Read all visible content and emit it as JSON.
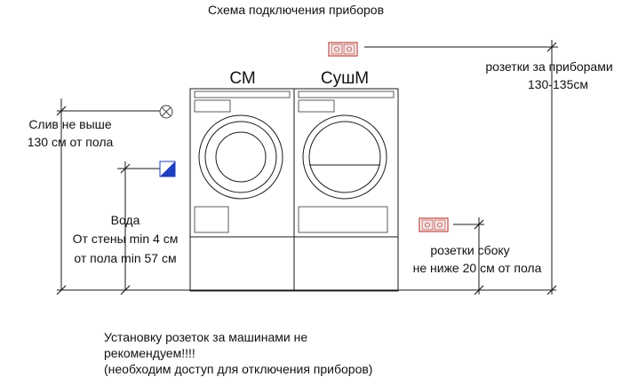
{
  "title": "Схема подключения приборов",
  "machines": {
    "washer_label": "СМ",
    "dryer_label": "СушМ"
  },
  "labels": {
    "drain_line1": "Слив не выше",
    "drain_line2": "130 см от пола",
    "water_line1": "Вода",
    "water_line2": "От стены min 4 см",
    "water_line3": "от пола min 57 см",
    "sockets_behind_line1": "розетки за приборами",
    "sockets_behind_line2": "130-135см",
    "sockets_side_line1": "розетки сбоку",
    "sockets_side_line2": "не ниже 20 см от пола"
  },
  "note": {
    "line1": "Установку розеток за машинами не",
    "line2": "рекомендуем!!!!",
    "line3": "(необходим доступ  для отключения приборов)"
  },
  "colors": {
    "socket": "#c0504d",
    "water_valve": "#1f3fbf",
    "ink": "#1a1a1a"
  },
  "icons": {
    "drain": "circle-x-icon",
    "water": "half-filled-square-icon",
    "socket": "double-socket-icon"
  }
}
